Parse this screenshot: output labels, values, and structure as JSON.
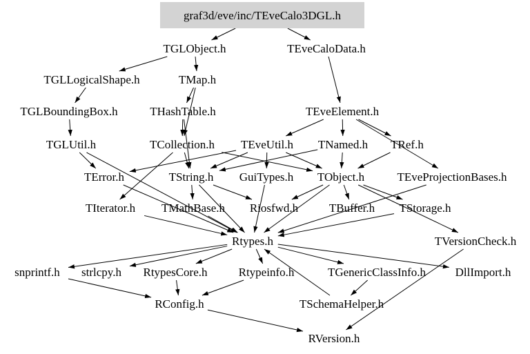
{
  "graph": {
    "root": "graf3d/eve/inc/TEveCalo3DGL.h",
    "nodes": [
      {
        "id": "root",
        "label": "graf3d/eve/inc/TEveCalo3DGL.h",
        "highlight": true
      },
      {
        "id": "TGLObject",
        "label": "TGLObject.h"
      },
      {
        "id": "TEveCaloData",
        "label": "TEveCaloData.h"
      },
      {
        "id": "TGLLogicalShape",
        "label": "TGLLogicalShape.h"
      },
      {
        "id": "TMap",
        "label": "TMap.h"
      },
      {
        "id": "TGLBoundingBox",
        "label": "TGLBoundingBox.h"
      },
      {
        "id": "THashTable",
        "label": "THashTable.h"
      },
      {
        "id": "TEveElement",
        "label": "TEveElement.h"
      },
      {
        "id": "TGLUtil",
        "label": "TGLUtil.h"
      },
      {
        "id": "TCollection",
        "label": "TCollection.h"
      },
      {
        "id": "TEveUtil",
        "label": "TEveUtil.h"
      },
      {
        "id": "TNamed",
        "label": "TNamed.h"
      },
      {
        "id": "TRef",
        "label": "TRef.h"
      },
      {
        "id": "TError",
        "label": "TError.h"
      },
      {
        "id": "TString",
        "label": "TString.h"
      },
      {
        "id": "GuiTypes",
        "label": "GuiTypes.h"
      },
      {
        "id": "TObject",
        "label": "TObject.h"
      },
      {
        "id": "TEveProjectionBases",
        "label": "TEveProjectionBases.h"
      },
      {
        "id": "TIterator",
        "label": "TIterator.h"
      },
      {
        "id": "TMathBase",
        "label": "TMathBase.h"
      },
      {
        "id": "Riosfwd",
        "label": "Riosfwd.h"
      },
      {
        "id": "TBuffer",
        "label": "TBuffer.h"
      },
      {
        "id": "TStorage",
        "label": "TStorage.h"
      },
      {
        "id": "Rtypes",
        "label": "Rtypes.h"
      },
      {
        "id": "TVersionCheck",
        "label": "TVersionCheck.h"
      },
      {
        "id": "snprintf",
        "label": "snprintf.h"
      },
      {
        "id": "strlcpy",
        "label": "strlcpy.h"
      },
      {
        "id": "RtypesCore",
        "label": "RtypesCore.h"
      },
      {
        "id": "Rtypeinfo",
        "label": "Rtypeinfo.h"
      },
      {
        "id": "TGenericClassInfo",
        "label": "TGenericClassInfo.h"
      },
      {
        "id": "DllImport",
        "label": "DllImport.h"
      },
      {
        "id": "RConfig",
        "label": "RConfig.h"
      },
      {
        "id": "TSchemaHelper",
        "label": "TSchemaHelper.h"
      },
      {
        "id": "RVersion",
        "label": "RVersion.h"
      }
    ],
    "edges": [
      [
        "root",
        "TGLObject"
      ],
      [
        "root",
        "TEveCaloData"
      ],
      [
        "TGLObject",
        "TGLLogicalShape"
      ],
      [
        "TGLObject",
        "TMap"
      ],
      [
        "TGLLogicalShape",
        "TGLBoundingBox"
      ],
      [
        "TGLBoundingBox",
        "TGLUtil"
      ],
      [
        "TGLUtil",
        "TError"
      ],
      [
        "TGLUtil",
        "Rtypes"
      ],
      [
        "TMap",
        "THashTable"
      ],
      [
        "TMap",
        "TCollection"
      ],
      [
        "THashTable",
        "TCollection"
      ],
      [
        "THashTable",
        "TString"
      ],
      [
        "TCollection",
        "TString"
      ],
      [
        "TCollection",
        "TObject"
      ],
      [
        "TCollection",
        "TIterator"
      ],
      [
        "TEveCaloData",
        "TEveElement"
      ],
      [
        "TEveElement",
        "TEveUtil"
      ],
      [
        "TEveElement",
        "TNamed"
      ],
      [
        "TEveElement",
        "TRef"
      ],
      [
        "TEveElement",
        "TEveProjectionBases"
      ],
      [
        "TEveUtil",
        "TError"
      ],
      [
        "TEveUtil",
        "TString"
      ],
      [
        "TEveUtil",
        "GuiTypes"
      ],
      [
        "TEveUtil",
        "TObject"
      ],
      [
        "TNamed",
        "TObject"
      ],
      [
        "TNamed",
        "TString"
      ],
      [
        "TRef",
        "TObject"
      ],
      [
        "TString",
        "TMathBase"
      ],
      [
        "TString",
        "Riosfwd"
      ],
      [
        "TString",
        "Rtypes"
      ],
      [
        "GuiTypes",
        "Rtypes"
      ],
      [
        "TError",
        "Rtypes"
      ],
      [
        "TIterator",
        "Rtypes"
      ],
      [
        "TMathBase",
        "Rtypes"
      ],
      [
        "TObject",
        "Riosfwd"
      ],
      [
        "TObject",
        "TBuffer"
      ],
      [
        "TObject",
        "TStorage"
      ],
      [
        "TObject",
        "Rtypes"
      ],
      [
        "TObject",
        "TVersionCheck"
      ],
      [
        "TStorage",
        "Rtypes"
      ],
      [
        "TEveProjectionBases",
        "Rtypes"
      ],
      [
        "Rtypes",
        "snprintf"
      ],
      [
        "Rtypes",
        "strlcpy"
      ],
      [
        "Rtypes",
        "RtypesCore"
      ],
      [
        "Rtypes",
        "Rtypeinfo"
      ],
      [
        "Rtypes",
        "TGenericClassInfo"
      ],
      [
        "Rtypes",
        "DllImport"
      ],
      [
        "TGenericClassInfo",
        "TSchemaHelper"
      ],
      [
        "TSchemaHelper",
        "Rtypes"
      ],
      [
        "snprintf",
        "RConfig"
      ],
      [
        "RtypesCore",
        "RConfig"
      ],
      [
        "Rtypeinfo",
        "RConfig"
      ],
      [
        "RConfig",
        "RVersion"
      ],
      [
        "TVersionCheck",
        "RVersion"
      ]
    ],
    "colors": {
      "highlight_fill": "#d3d3d3",
      "edge": "#000000"
    }
  }
}
